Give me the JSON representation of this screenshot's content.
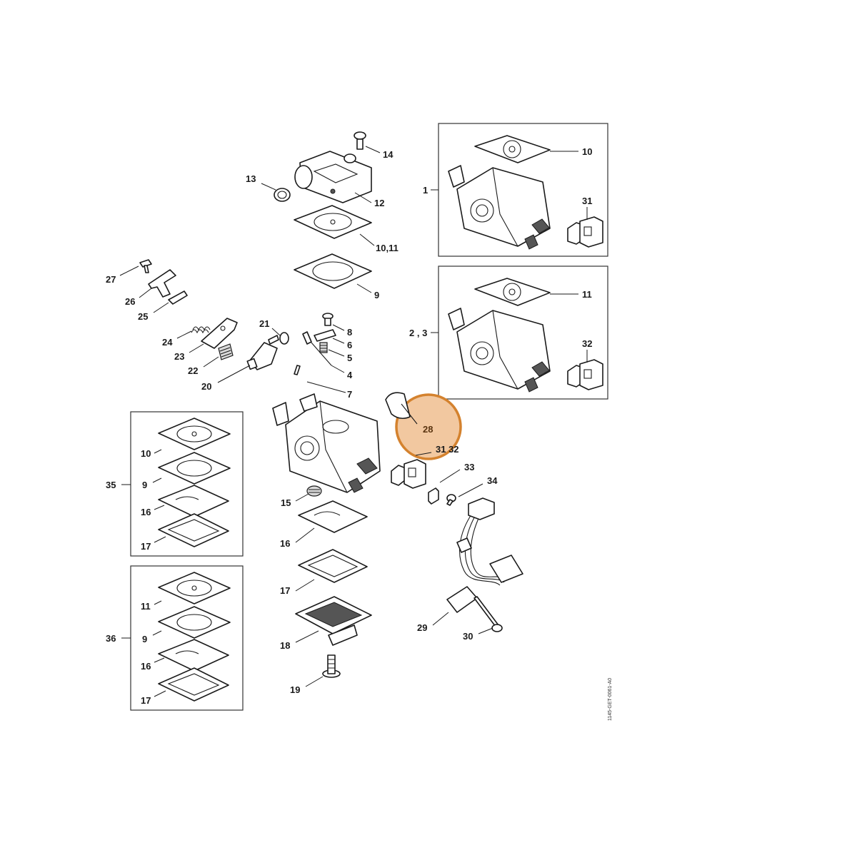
{
  "callouts": {
    "c1": "1",
    "c10a": "10",
    "c31a": "31",
    "c23": "2 , 3",
    "c11a": "11",
    "c32a": "32",
    "c14": "14",
    "c13": "13",
    "c12": "12",
    "c1011": "10,11",
    "c9a": "9",
    "c27": "27",
    "c26": "26",
    "c25": "25",
    "c24": "24",
    "c23b": "23",
    "c22": "22",
    "c20": "20",
    "c21": "21",
    "c8": "8",
    "c6": "6",
    "c5": "5",
    "c4": "4",
    "c7": "7",
    "c28": "28",
    "c3132": "31 32",
    "c33": "33",
    "c34": "34",
    "c15": "15",
    "c16a": "16",
    "c17a": "17",
    "c18": "18",
    "c19": "19",
    "c29": "29",
    "c30": "30",
    "c35": "35",
    "c10b": "10",
    "c9b": "9",
    "c16b": "16",
    "c17b": "17",
    "c36": "36",
    "c11b": "11",
    "c9c": "9",
    "c16c": "16",
    "c17c": "17"
  },
  "reference_code": "1145-GET-0061-A0",
  "highlight": {
    "part": "28",
    "fill": "#f2c8a0",
    "stroke": "#d4822e"
  }
}
